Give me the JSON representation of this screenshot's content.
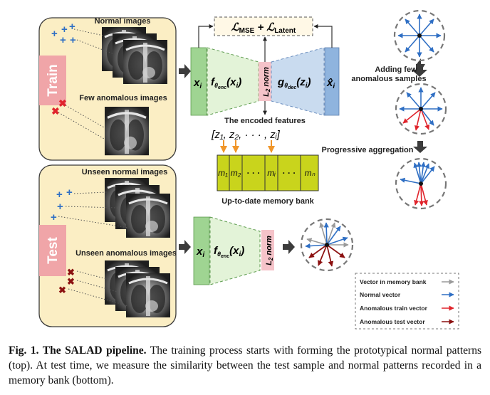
{
  "train": {
    "side_label": "Train",
    "normal_title": "Normal images",
    "anomalous_title": "Few anomalous images"
  },
  "test": {
    "side_label": "Test",
    "normal_title": "Unseen normal images",
    "anomalous_title": "Unseen anomalous images"
  },
  "loss": {
    "main": "ℒ",
    "sub1": "MSE",
    "plus": " + ℒ",
    "sub2": "Latent"
  },
  "encoder": {
    "input": "x",
    "input_sub": "i",
    "f": "f",
    "theta": "θ",
    "enc": "enc",
    "arg": "(x",
    "arg_sub": "i",
    "close": ")"
  },
  "norm": {
    "label": "L",
    "sub": "2",
    "rest": " norm"
  },
  "decoder": {
    "g": "g",
    "theta": "θ",
    "dec": "dec",
    "arg": "(z",
    "arg_sub": "i",
    "close": ")",
    "output": "x̂",
    "output_sub": "i"
  },
  "encoded_features_label": "The encoded features",
  "feature_sequence": "[z₁, z₂, · · · , zᵢ]",
  "memory_bank": {
    "cells": [
      "m₁",
      "m₂",
      "· · ·",
      "mᵢ",
      "· · ·",
      "mₙ"
    ],
    "label": "Up-to-date memory bank"
  },
  "steps": {
    "adding_line1": "Adding few",
    "adding_line2": "anomalous samples",
    "aggregation": "Progressive aggregation"
  },
  "legend": {
    "items": [
      {
        "label": "Vector in memory bank",
        "color": "#9a9a9a"
      },
      {
        "label": "Normal vector",
        "color": "#2f6fc4"
      },
      {
        "label": "Anomalous train vector",
        "color": "#e0242c"
      },
      {
        "label": "Anomalous test vector",
        "color": "#8b1010"
      }
    ]
  },
  "colors": {
    "panel_fill": "#fbeec4",
    "side_label_fill": "#f0a5a8",
    "input_block": "#9fd492",
    "encoder_fill": "#e3f3d8",
    "decoder_fill": "#c9dbef",
    "output_block": "#8fb4de",
    "norm_block": "#f5c3c9",
    "memory_fill": "#c9d41c",
    "arrow_orange": "#f0962a",
    "normal_blue": "#2f6fc4",
    "anom_train_red": "#e0242c",
    "anom_test_darkred": "#8b1010",
    "memory_gray": "#9a9a9a"
  },
  "caption": {
    "label": "Fig. 1. The SALAD pipeline.",
    "text": " The training process starts with forming the prototypical normal patterns (top). At test time, we measure the similarity between the test sample and normal patterns recorded in a memory bank (bottom)."
  }
}
